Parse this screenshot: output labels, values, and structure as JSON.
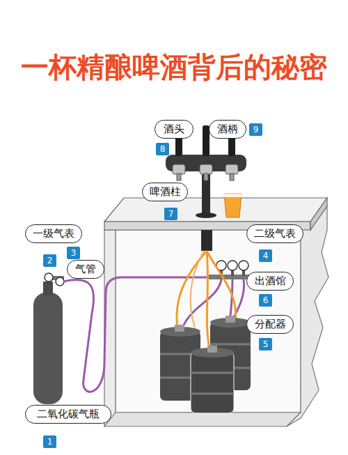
{
  "diagram": {
    "title": "一杯精酿啤酒背后的秘密",
    "nodes": [
      {
        "text": [
          "酒头"
        ]
      },
      {
        "text": [
          "8"
        ]
      },
      {
        "text": [
          "酒柄"
        ]
      },
      {
        "text": [
          "9"
        ]
      },
      {
        "text": [
          "啤酒柱"
        ]
      },
      {
        "text": [
          "7"
        ]
      },
      {
        "text": [
          "一级气表"
        ]
      },
      {
        "text": [
          "3"
        ]
      },
      {
        "text": [
          "2"
        ]
      },
      {
        "text": [
          "气管"
        ]
      },
      {
        "text": [
          "二级气表"
        ]
      },
      {
        "text": [
          "4"
        ]
      },
      {
        "text": [
          "出酒馆"
        ]
      },
      {
        "text": [
          "6"
        ]
      },
      {
        "text": [
          "分配器"
        ]
      },
      {
        "text": [
          "5"
        ]
      },
      {
        "text": [
          "二氧化碳气瓶"
        ]
      },
      {
        "text": [
          "1"
        ]
      }
    ]
  }
}
